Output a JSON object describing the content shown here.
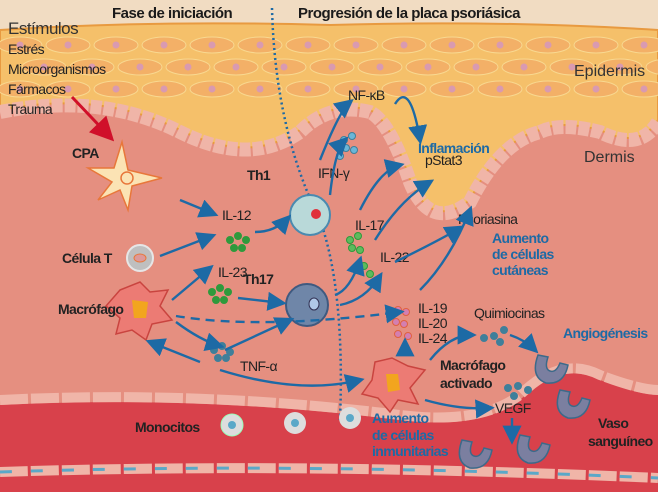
{
  "headers": {
    "initiation": "Fase de iniciación",
    "progression": "Progresión de la placa psoriásica"
  },
  "stimuli": {
    "title": "Estímulos",
    "items": [
      "Estrés",
      "Microorganismos",
      "Fármacos",
      "Trauma"
    ]
  },
  "layers": {
    "epidermis": "Epidermis",
    "dermis": "Dermis"
  },
  "cells": {
    "apc": "CPA",
    "t_cell": "Célula T",
    "macrophage": "Macrófago",
    "monocytes": "Monocitos",
    "th1": "Th1",
    "th17": "Th17",
    "activated_macrophage_1": "Macrófago",
    "activated_macrophage_2": "activado",
    "vessel_1": "Vaso",
    "vessel_2": "sanguíneo"
  },
  "mediators": {
    "il12": "IL-12",
    "il23": "IL-23",
    "tnf": "TNF-α",
    "ifn": "IFN-γ",
    "nfkb": "NF-κB",
    "il17": "IL-17",
    "il22": "IL-22",
    "pstat3": "pStat3",
    "psoriasin": "Psoriasina",
    "il19": "IL-19",
    "il20": "IL-20",
    "il24": "IL-24",
    "chemokines": "Quimiocinas",
    "vegf": "VEGF"
  },
  "outcomes": {
    "inflammation": "Inflamación",
    "skin_cells": [
      "Aumento",
      "de células",
      "cutáneas"
    ],
    "angiogenesis": "Angiogénesis",
    "immune_cells": [
      "Aumento",
      "de células",
      "inmunitarias"
    ]
  },
  "colors": {
    "dermis": "#e58f80",
    "epidermis": "#f5c06a",
    "vessel": "#d8414b",
    "arrow": "#1d6aa5",
    "outcome": "#1d6aa5"
  }
}
